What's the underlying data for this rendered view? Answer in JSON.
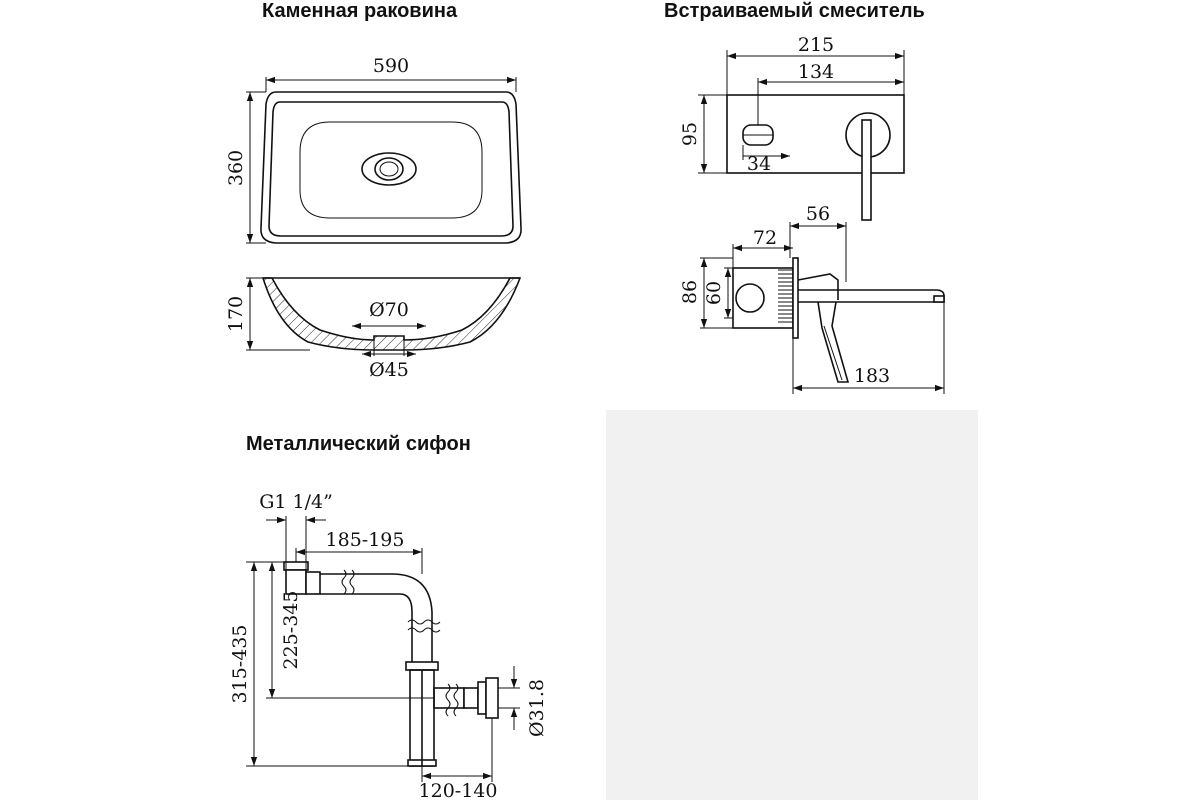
{
  "titles": {
    "sink": "Каменная раковина",
    "mixer": "Встраиваемый смеситель",
    "siphon": "Металлический сифон"
  },
  "sink_dims": {
    "width": "590",
    "depth": "360",
    "height": "170",
    "drain_top": "Ø70",
    "drain_bottom": "Ø45"
  },
  "mixer_dims": {
    "plate_width": "215",
    "axis_distance": "134",
    "plate_height": "95",
    "handle_offset": "34",
    "spout_depth": "56",
    "body_depth": "72",
    "body_height": "86",
    "body_inner": "60",
    "spout_length": "183"
  },
  "siphon_dims": {
    "thread": "G1 1/4”",
    "horizontal": "185-195",
    "total_height": "315-435",
    "inner_height": "225-345",
    "outlet_diameter": "Ø31.8",
    "outlet_offset": "120-140"
  },
  "colors": {
    "empty_panel": "#f1f1f1",
    "line": "#111111"
  }
}
